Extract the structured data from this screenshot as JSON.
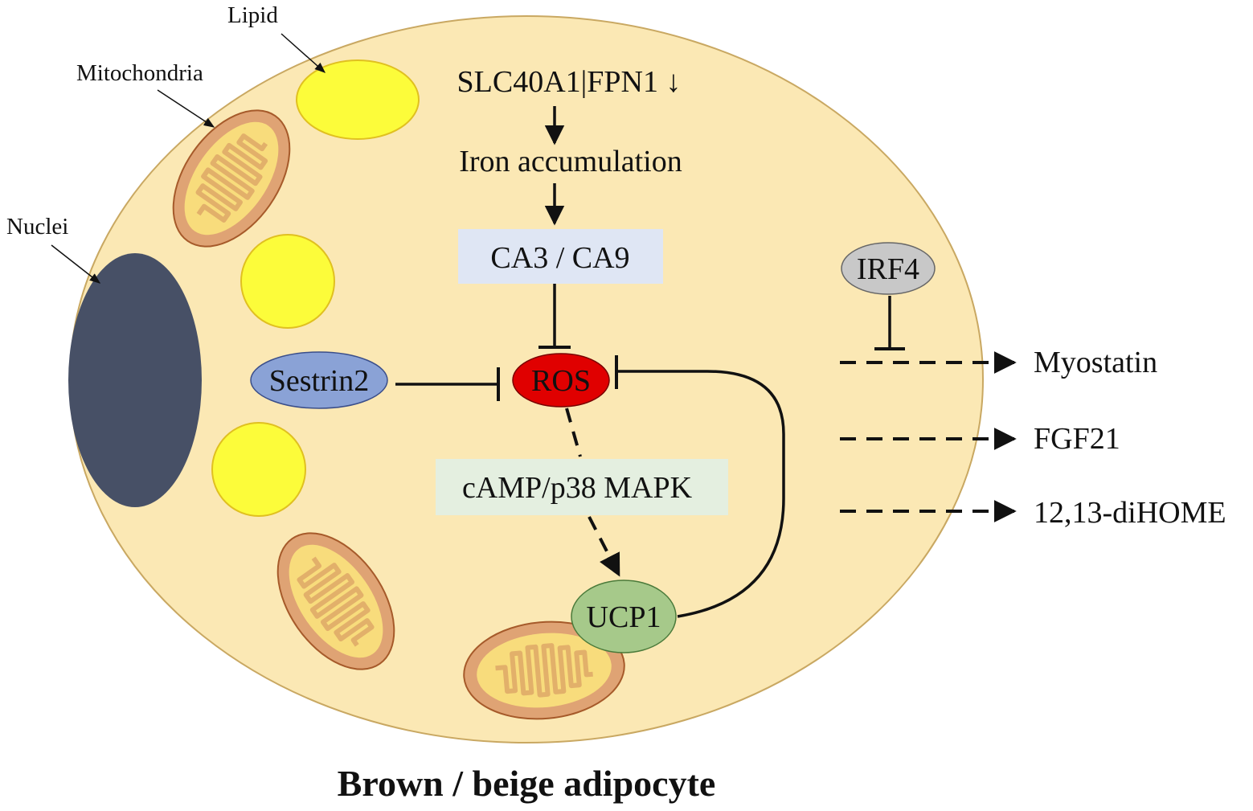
{
  "labels": {
    "lipid": "Lipid",
    "mitochondria": "Mitochondria",
    "nuclei": "Nuclei"
  },
  "pathway": {
    "slc40a1": "SLC40A1|FPN1 ↓",
    "iron": "Iron accumulation",
    "ca": "CA3 / CA9",
    "ros": "ROS",
    "sestrin2": "Sestrin2",
    "camp": "cAMP/p38 MAPK",
    "ucp1": "UCP1",
    "irf4": "IRF4"
  },
  "secreted": {
    "myostatin": "Myostatin",
    "fgf21": "FGF21",
    "dihome": "12,13-diHOME"
  },
  "title": "Brown / beige adipocyte",
  "colors": {
    "cell": "#fbe8b4",
    "lipid": "#fcfc3a",
    "nucleus": "#475066",
    "mito_outer": "#dfa374",
    "mito_inner": "#f8dc7c",
    "ros": "#e00000",
    "sestrin2": "#8aa2d6",
    "ucp1": "#a6c98a",
    "irf4": "#c8c8c8",
    "ca_box": "#dfe6f4",
    "camp_box": "#e4efe0"
  }
}
